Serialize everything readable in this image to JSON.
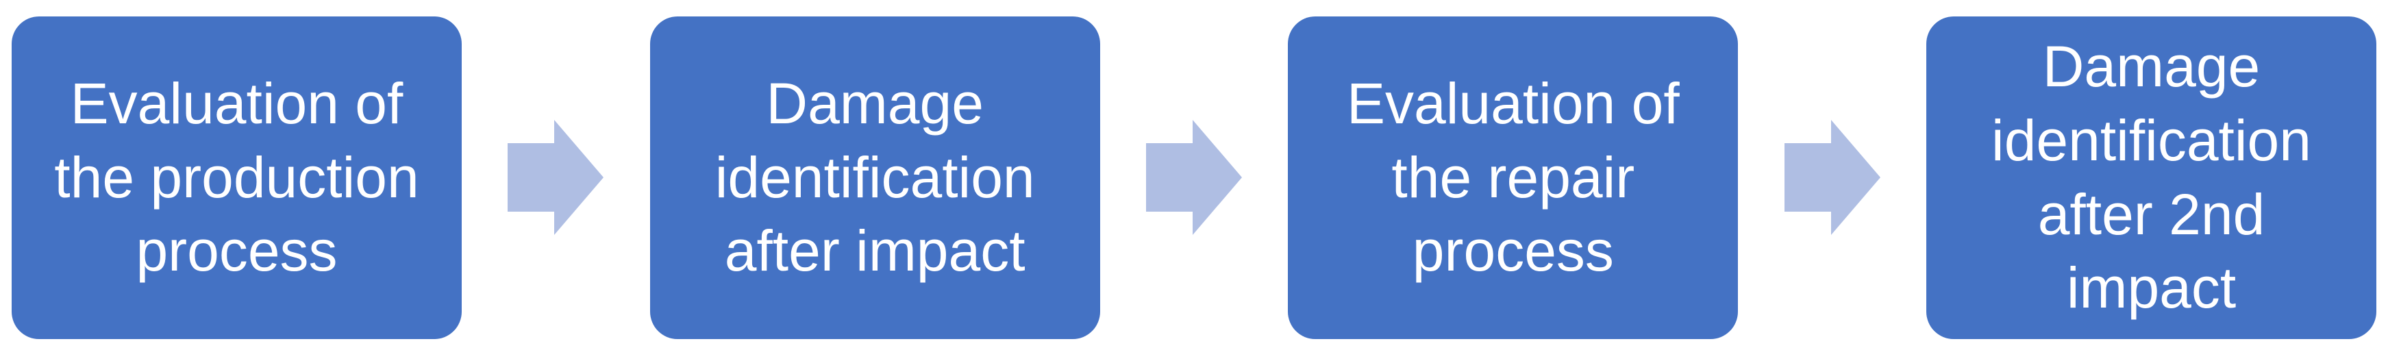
{
  "diagram": {
    "type": "process-flow",
    "direction": "left-to-right",
    "steps": [
      {
        "label": "Evaluation of the production process"
      },
      {
        "label": "Damage identification after impact"
      },
      {
        "label": "Evaluation of the repair process"
      },
      {
        "label": "Damage identification after 2nd impact"
      }
    ],
    "connectors": [
      {
        "icon": "right-arrow"
      },
      {
        "icon": "right-arrow"
      },
      {
        "icon": "right-arrow"
      }
    ],
    "colors": {
      "box_fill": "#4472C4",
      "box_text": "#FFFFFF",
      "arrow_fill": "#AFBEE3",
      "background": "#FFFFFF"
    }
  }
}
